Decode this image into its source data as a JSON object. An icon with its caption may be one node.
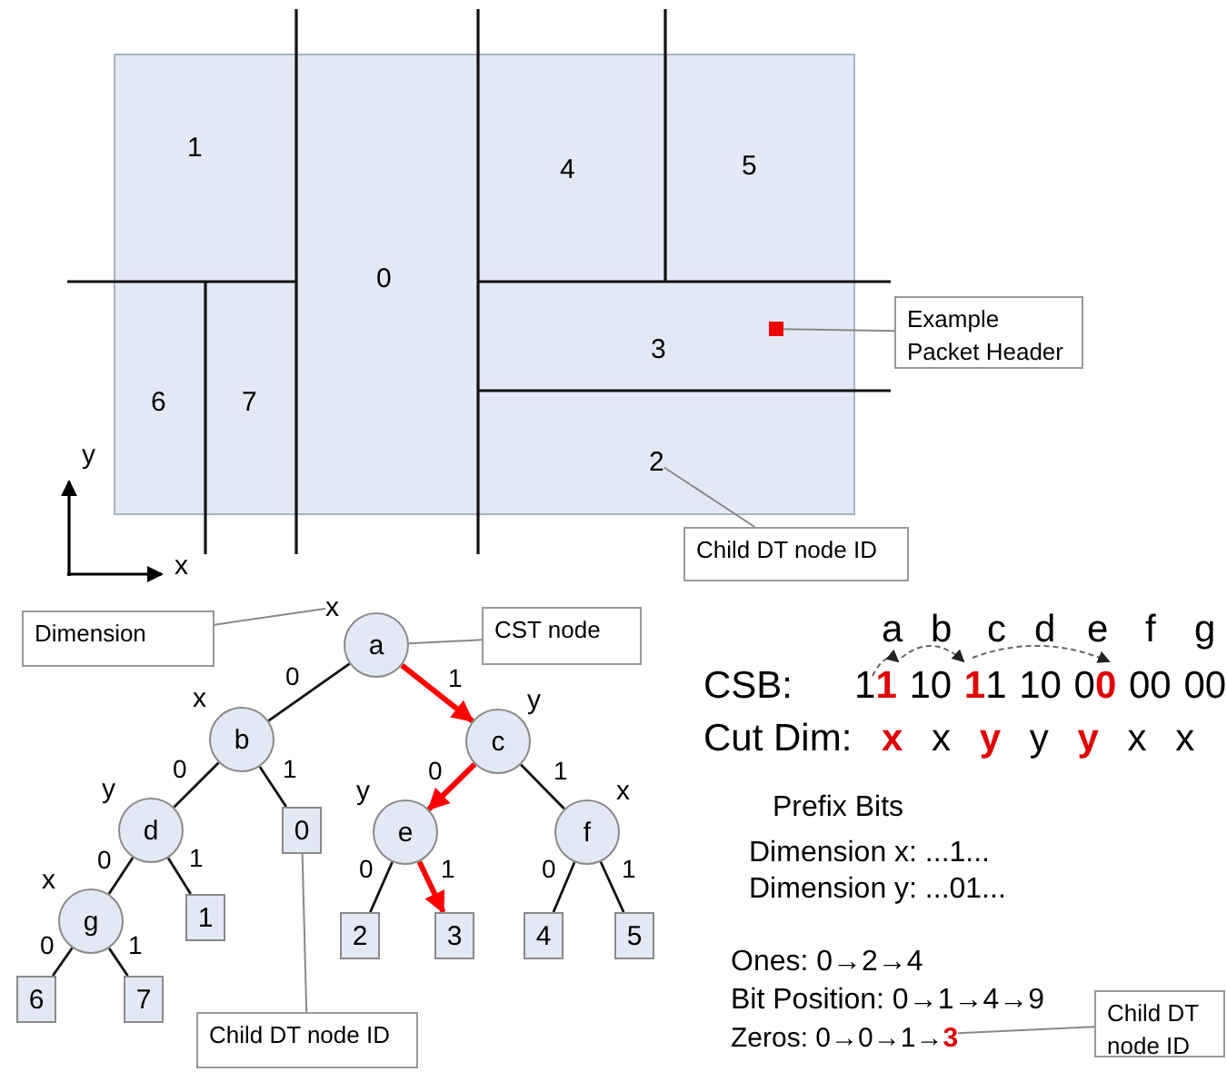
{
  "diagram": {
    "nodes": [
      {
        "text": [],
        "shape": "box"
      },
      {
        "text": [
          "Example Packet Header"
        ]
      },
      {
        "text": [
          "2"
        ]
      },
      {
        "text": [
          "Child DT node ID"
        ]
      },
      {
        "text": [
          "Dimension"
        ]
      },
      {
        "text": [
          "x"
        ]
      },
      {
        "text": [
          "a"
        ]
      },
      {
        "text": [
          "CST node"
        ]
      },
      {
        "text": [
          "b"
        ],
        "beside": [
          "x"
        ]
      },
      {
        "text": [
          "c"
        ],
        "beside": [
          "y"
        ]
      },
      {
        "text": [
          "d"
        ],
        "beside": [
          "y"
        ]
      },
      {
        "text": [
          "0"
        ]
      },
      {
        "text": [
          "e"
        ],
        "beside": [
          "y"
        ]
      },
      {
        "text": [
          "f"
        ],
        "beside": [
          "x"
        ]
      },
      {
        "text": [
          "g"
        ],
        "beside": [
          "x"
        ]
      },
      {
        "text": [
          "1"
        ]
      },
      {
        "text": [
          "2"
        ]
      },
      {
        "text": [
          "3"
        ]
      },
      {
        "text": [
          "4"
        ]
      },
      {
        "text": [
          "5"
        ]
      },
      {
        "text": [
          "6"
        ]
      },
      {
        "text": [
          "7"
        ]
      },
      {
        "text": [
          "Child DT node ID"
        ]
      },
      {
        "text": [
          "Zeros: 0→0→1→**3**"
        ]
      },
      {
        "text": [
          "Child DT node ID"
        ]
      }
    ],
    "edges": [
      {
        "from": 1,
        "to": 0,
        "arrow": "none",
        "color": "#888888"
      },
      {
        "from": 3,
        "to": 2,
        "arrow": "none",
        "color": "#888888"
      },
      {
        "from": 4,
        "to": 5,
        "arrow": "none",
        "color": "#888888"
      },
      {
        "from": 7,
        "to": 6,
        "arrow": "none",
        "color": "#888888"
      },
      {
        "from": 6,
        "to": 8,
        "arrow": "none",
        "label": "0"
      },
      {
        "from": 6,
        "to": 9,
        "arrow": "to",
        "label": "1",
        "style": "thick",
        "color": "#ff0000"
      },
      {
        "from": 8,
        "to": 10,
        "arrow": "none",
        "label": "0"
      },
      {
        "from": 8,
        "to": 11,
        "arrow": "none",
        "label": "1"
      },
      {
        "from": 9,
        "to": 12,
        "arrow": "to",
        "label": "0",
        "style": "thick",
        "color": "#ff0000"
      },
      {
        "from": 9,
        "to": 13,
        "arrow": "none",
        "label": "1"
      },
      {
        "from": 10,
        "to": 14,
        "arrow": "none",
        "label": "0"
      },
      {
        "from": 10,
        "to": 15,
        "arrow": "none",
        "label": "1"
      },
      {
        "from": 12,
        "to": 16,
        "arrow": "none",
        "label": "0"
      },
      {
        "from": 12,
        "to": 17,
        "arrow": "to",
        "label": "1",
        "style": "thick",
        "color": "#ff0000"
      },
      {
        "from": 13,
        "to": 18,
        "arrow": "none",
        "label": "0"
      },
      {
        "from": 13,
        "to": 19,
        "arrow": "none",
        "label": "1"
      },
      {
        "from": 14,
        "to": 20,
        "arrow": "none",
        "label": "0"
      },
      {
        "from": 14,
        "to": 21,
        "arrow": "none",
        "label": "1"
      },
      {
        "from": 22,
        "to": 11,
        "arrow": "none",
        "color": "#888888"
      },
      {
        "from": 24,
        "to": 23,
        "arrow": "none",
        "color": "#888888"
      }
    ],
    "labels": [
      "1",
      "4",
      "5",
      "0",
      "3",
      "6",
      "7",
      "y",
      "x",
      "a",
      "b",
      "c",
      "d",
      "e",
      "f",
      "g",
      "CSB:",
      "1**1** 10 **1**1 10 0**0** 00 00",
      "Cut Dim:",
      "**x** x **y** y **y** x x",
      "Prefix Bits",
      "Dimension x: ...1...",
      "Dimension y: ...01...",
      "Ones: 0→2→4",
      "Bit Position: 0→1→4→9"
    ]
  }
}
